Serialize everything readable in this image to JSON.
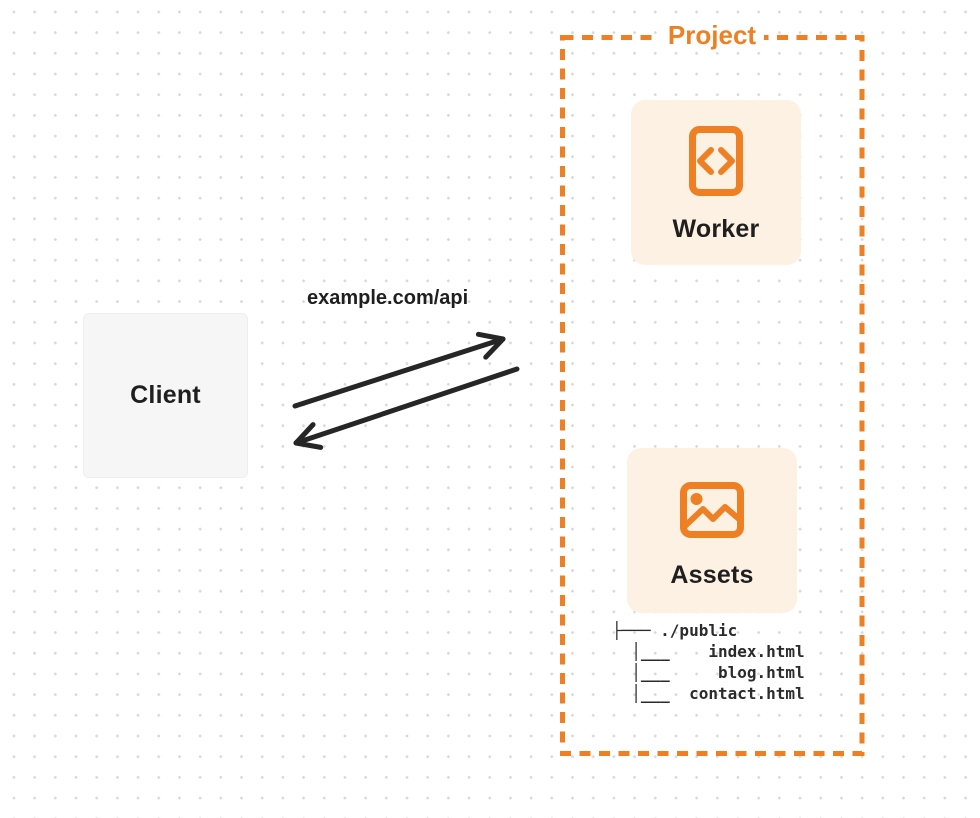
{
  "diagram": {
    "client": {
      "label": "Client"
    },
    "request": {
      "label": "example.com/api"
    },
    "project": {
      "title": "Project",
      "worker": {
        "label": "Worker",
        "icon": "code-file-icon"
      },
      "assets": {
        "label": "Assets",
        "icon": "image-icon"
      },
      "file_tree": {
        "root": "./public",
        "files": [
          "index.html",
          "blog.html",
          "contact.html"
        ],
        "lines": [
          "├─── ./public",
          "  │___    index.html",
          "  │___     blog.html",
          "  │___  contact.html"
        ]
      }
    },
    "colors": {
      "accent_orange": "#ee7f23",
      "card_cream": "#fdf1e3",
      "client_gray": "#f6f6f6",
      "arrow_ink": "#262626",
      "dot_grid": "#d9d9d9"
    }
  }
}
